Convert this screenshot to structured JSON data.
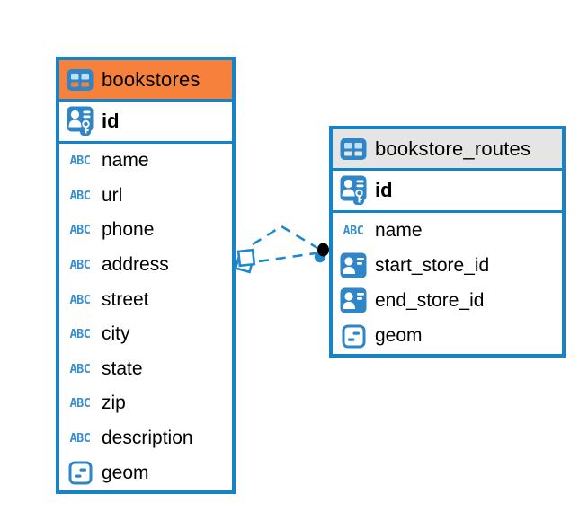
{
  "diagram": {
    "tables": [
      {
        "name": "bookstores",
        "header_color": "#F6813C",
        "primary_key": {
          "name": "id"
        },
        "columns": [
          {
            "name": "name",
            "type": "text"
          },
          {
            "name": "url",
            "type": "text"
          },
          {
            "name": "phone",
            "type": "text"
          },
          {
            "name": "address",
            "type": "text"
          },
          {
            "name": "street",
            "type": "text"
          },
          {
            "name": "city",
            "type": "text"
          },
          {
            "name": "state",
            "type": "text"
          },
          {
            "name": "zip",
            "type": "text"
          },
          {
            "name": "description",
            "type": "text"
          },
          {
            "name": "geom",
            "type": "geometry"
          }
        ]
      },
      {
        "name": "bookstore_routes",
        "header_color": "#E5E5E5",
        "primary_key": {
          "name": "id"
        },
        "columns": [
          {
            "name": "name",
            "type": "text"
          },
          {
            "name": "start_store_id",
            "type": "foreign-key"
          },
          {
            "name": "end_store_id",
            "type": "foreign-key"
          },
          {
            "name": "geom",
            "type": "geometry"
          }
        ]
      }
    ],
    "relationship": {
      "from_table": "bookstores",
      "to_table": "bookstore_routes",
      "line_style": "dashed"
    },
    "icons": {
      "text_type_glyph": "ABC"
    },
    "colors": {
      "table_border": "#1483C8",
      "bookstores_header": "#F6813C",
      "bookstore_routes_header": "#E5E5E5",
      "icon_blue": "#2E86C8",
      "icon_cell_light": "#BFE0F5",
      "connector_blue": "#1E88CF",
      "endpoint_black": "#000000"
    }
  }
}
